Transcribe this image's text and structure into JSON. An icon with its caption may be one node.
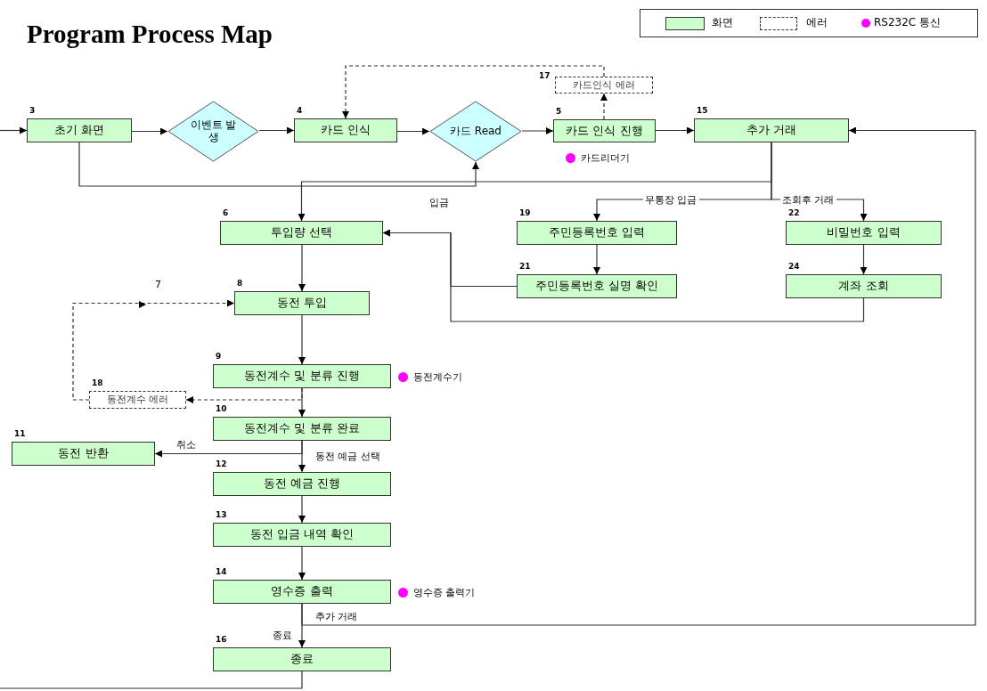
{
  "diagram": {
    "title": "Program Process Map",
    "nodes": [
      {
        "text": [
          "초기 화면"
        ],
        "beside": [
          "3"
        ]
      },
      {
        "text": [
          "이벤트 발생"
        ]
      },
      {
        "text": [
          "카드 인식"
        ],
        "beside": [
          "4"
        ]
      },
      {
        "text": [
          "카드 Read"
        ]
      },
      {
        "text": [
          "카드 인식 진행"
        ],
        "beside": [
          "5",
          "카드리더기"
        ]
      },
      {
        "text": [
          "카드인식 에러"
        ],
        "beside": [
          "17"
        ]
      },
      {
        "text": [
          "추가 거래"
        ],
        "beside": [
          "15"
        ]
      },
      {
        "text": [
          "투입량 선택"
        ],
        "beside": [
          "6"
        ]
      },
      {
        "text": [
          "주민등록번호 입력"
        ],
        "beside": [
          "19"
        ]
      },
      {
        "text": [
          "비밀번호 입력"
        ],
        "beside": [
          "22"
        ]
      },
      {
        "text": [
          "주민등록번호 실명 확인"
        ],
        "beside": [
          "21"
        ]
      },
      {
        "text": [
          "계좌 조회"
        ],
        "beside": [
          "24"
        ]
      },
      {
        "text": [
          "동전 투입"
        ],
        "beside": [
          "8"
        ]
      },
      {
        "text": [
          "동전계수 및 분류  진행"
        ],
        "beside": [
          "9",
          "동전계수기"
        ]
      },
      {
        "text": [
          "동전계수 에러"
        ],
        "beside": [
          "18"
        ]
      },
      {
        "text": [
          "동전계수 및 분류 완료"
        ],
        "beside": [
          "10"
        ]
      },
      {
        "text": [
          "동전 반환"
        ],
        "beside": [
          "11"
        ]
      },
      {
        "text": [
          "동전 예금 진행"
        ],
        "beside": [
          "12"
        ]
      },
      {
        "text": [
          "동전 입금 내역 확인"
        ],
        "beside": [
          "13"
        ]
      },
      {
        "text": [
          "영수증 출력"
        ],
        "beside": [
          "14",
          "영수증 출력기"
        ]
      },
      {
        "text": [
          "종료"
        ],
        "beside": [
          "16"
        ]
      }
    ],
    "edges": [
      {
        "from": null,
        "to": 0,
        "arrow": "to"
      },
      {
        "from": 0,
        "to": 1,
        "arrow": "to"
      },
      {
        "from": 1,
        "to": 2,
        "arrow": "to"
      },
      {
        "from": 2,
        "to": 3,
        "arrow": "to"
      },
      {
        "from": 3,
        "to": 4,
        "arrow": "to"
      },
      {
        "from": 4,
        "to": 6,
        "arrow": "to"
      },
      {
        "from": 4,
        "to": 5,
        "arrow": "to",
        "style": "dashed"
      },
      {
        "from": 5,
        "to": 2,
        "arrow": "to",
        "style": "dashed"
      },
      {
        "from": 0,
        "to": 3,
        "arrow": "to"
      },
      {
        "from": 6,
        "to": 7,
        "arrow": "to",
        "label": "입금"
      },
      {
        "from": 6,
        "to": 8,
        "arrow": "to",
        "label": "무통장 입금"
      },
      {
        "from": 6,
        "to": 9,
        "arrow": "to",
        "label": "조회후 거래"
      },
      {
        "from": 8,
        "to": 10,
        "arrow": "to"
      },
      {
        "from": 9,
        "to": 11,
        "arrow": "to"
      },
      {
        "from": 10,
        "to": 7,
        "arrow": "to"
      },
      {
        "from": 11,
        "to": 7,
        "arrow": "to"
      },
      {
        "from": 7,
        "to": 12,
        "arrow": "to"
      },
      {
        "from": 12,
        "to": 13,
        "arrow": "to"
      },
      {
        "from": 13,
        "to": 15,
        "arrow": "to"
      },
      {
        "from": 13,
        "to": 14,
        "arrow": "to",
        "style": "dashed"
      },
      {
        "from": 14,
        "to": 12,
        "arrow": "to",
        "style": "dashed",
        "label": "7"
      },
      {
        "from": 15,
        "to": 16,
        "arrow": "to",
        "label": "취소"
      },
      {
        "from": 15,
        "to": 17,
        "arrow": "to",
        "label": "동전 예금 선택"
      },
      {
        "from": 17,
        "to": 18,
        "arrow": "to"
      },
      {
        "from": 18,
        "to": 19,
        "arrow": "to"
      },
      {
        "from": 19,
        "to": 20,
        "arrow": "to",
        "label": "종료"
      },
      {
        "from": 19,
        "to": 6,
        "arrow": "to",
        "label": "추가 거래"
      },
      {
        "from": 20,
        "to": null,
        "arrow": "none"
      }
    ],
    "legend": [
      {
        "text": "화면",
        "color": "#ccffcc"
      },
      {
        "text": "에러"
      },
      {
        "text": "RS232C 통신",
        "color": "#ff00ff"
      }
    ]
  }
}
